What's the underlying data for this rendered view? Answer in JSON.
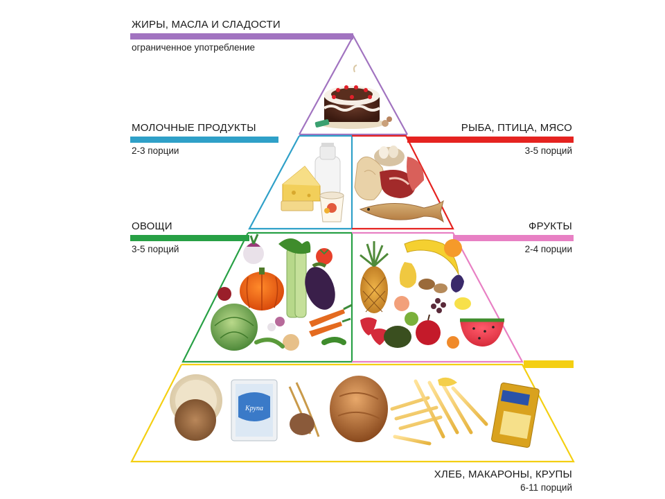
{
  "groups": {
    "fats": {
      "title": "ЖИРЫ, МАСЛА И СЛАДОСТИ",
      "subtitle": "ограниченное употребление",
      "color": "#a173c0",
      "food": "cake-illustration"
    },
    "dairy": {
      "title": "МОЛОЧНЫЕ ПРОДУКТЫ",
      "subtitle": "2-3 порции",
      "color": "#2fa0c8",
      "food": "dairy-illustration"
    },
    "protein": {
      "title": "РЫБА, ПТИЦА, МЯСО",
      "subtitle": "3-5 порций",
      "color": "#e52320",
      "food": "meat-fish-illustration"
    },
    "vegetables": {
      "title": "ОВОЩИ",
      "subtitle": "3-5 порций",
      "color": "#27a045",
      "food": "vegetables-illustration"
    },
    "fruits": {
      "title": "ФРУКТЫ",
      "subtitle": "2-4 порции",
      "color": "#e880c4",
      "food": "fruits-illustration"
    },
    "grains": {
      "title": "ХЛЕБ, МАКАРОНЫ, КРУПЫ",
      "subtitle": "6-11 порций",
      "color": "#f4cf12",
      "food": "grains-illustration",
      "package_text": "Крупа"
    }
  }
}
